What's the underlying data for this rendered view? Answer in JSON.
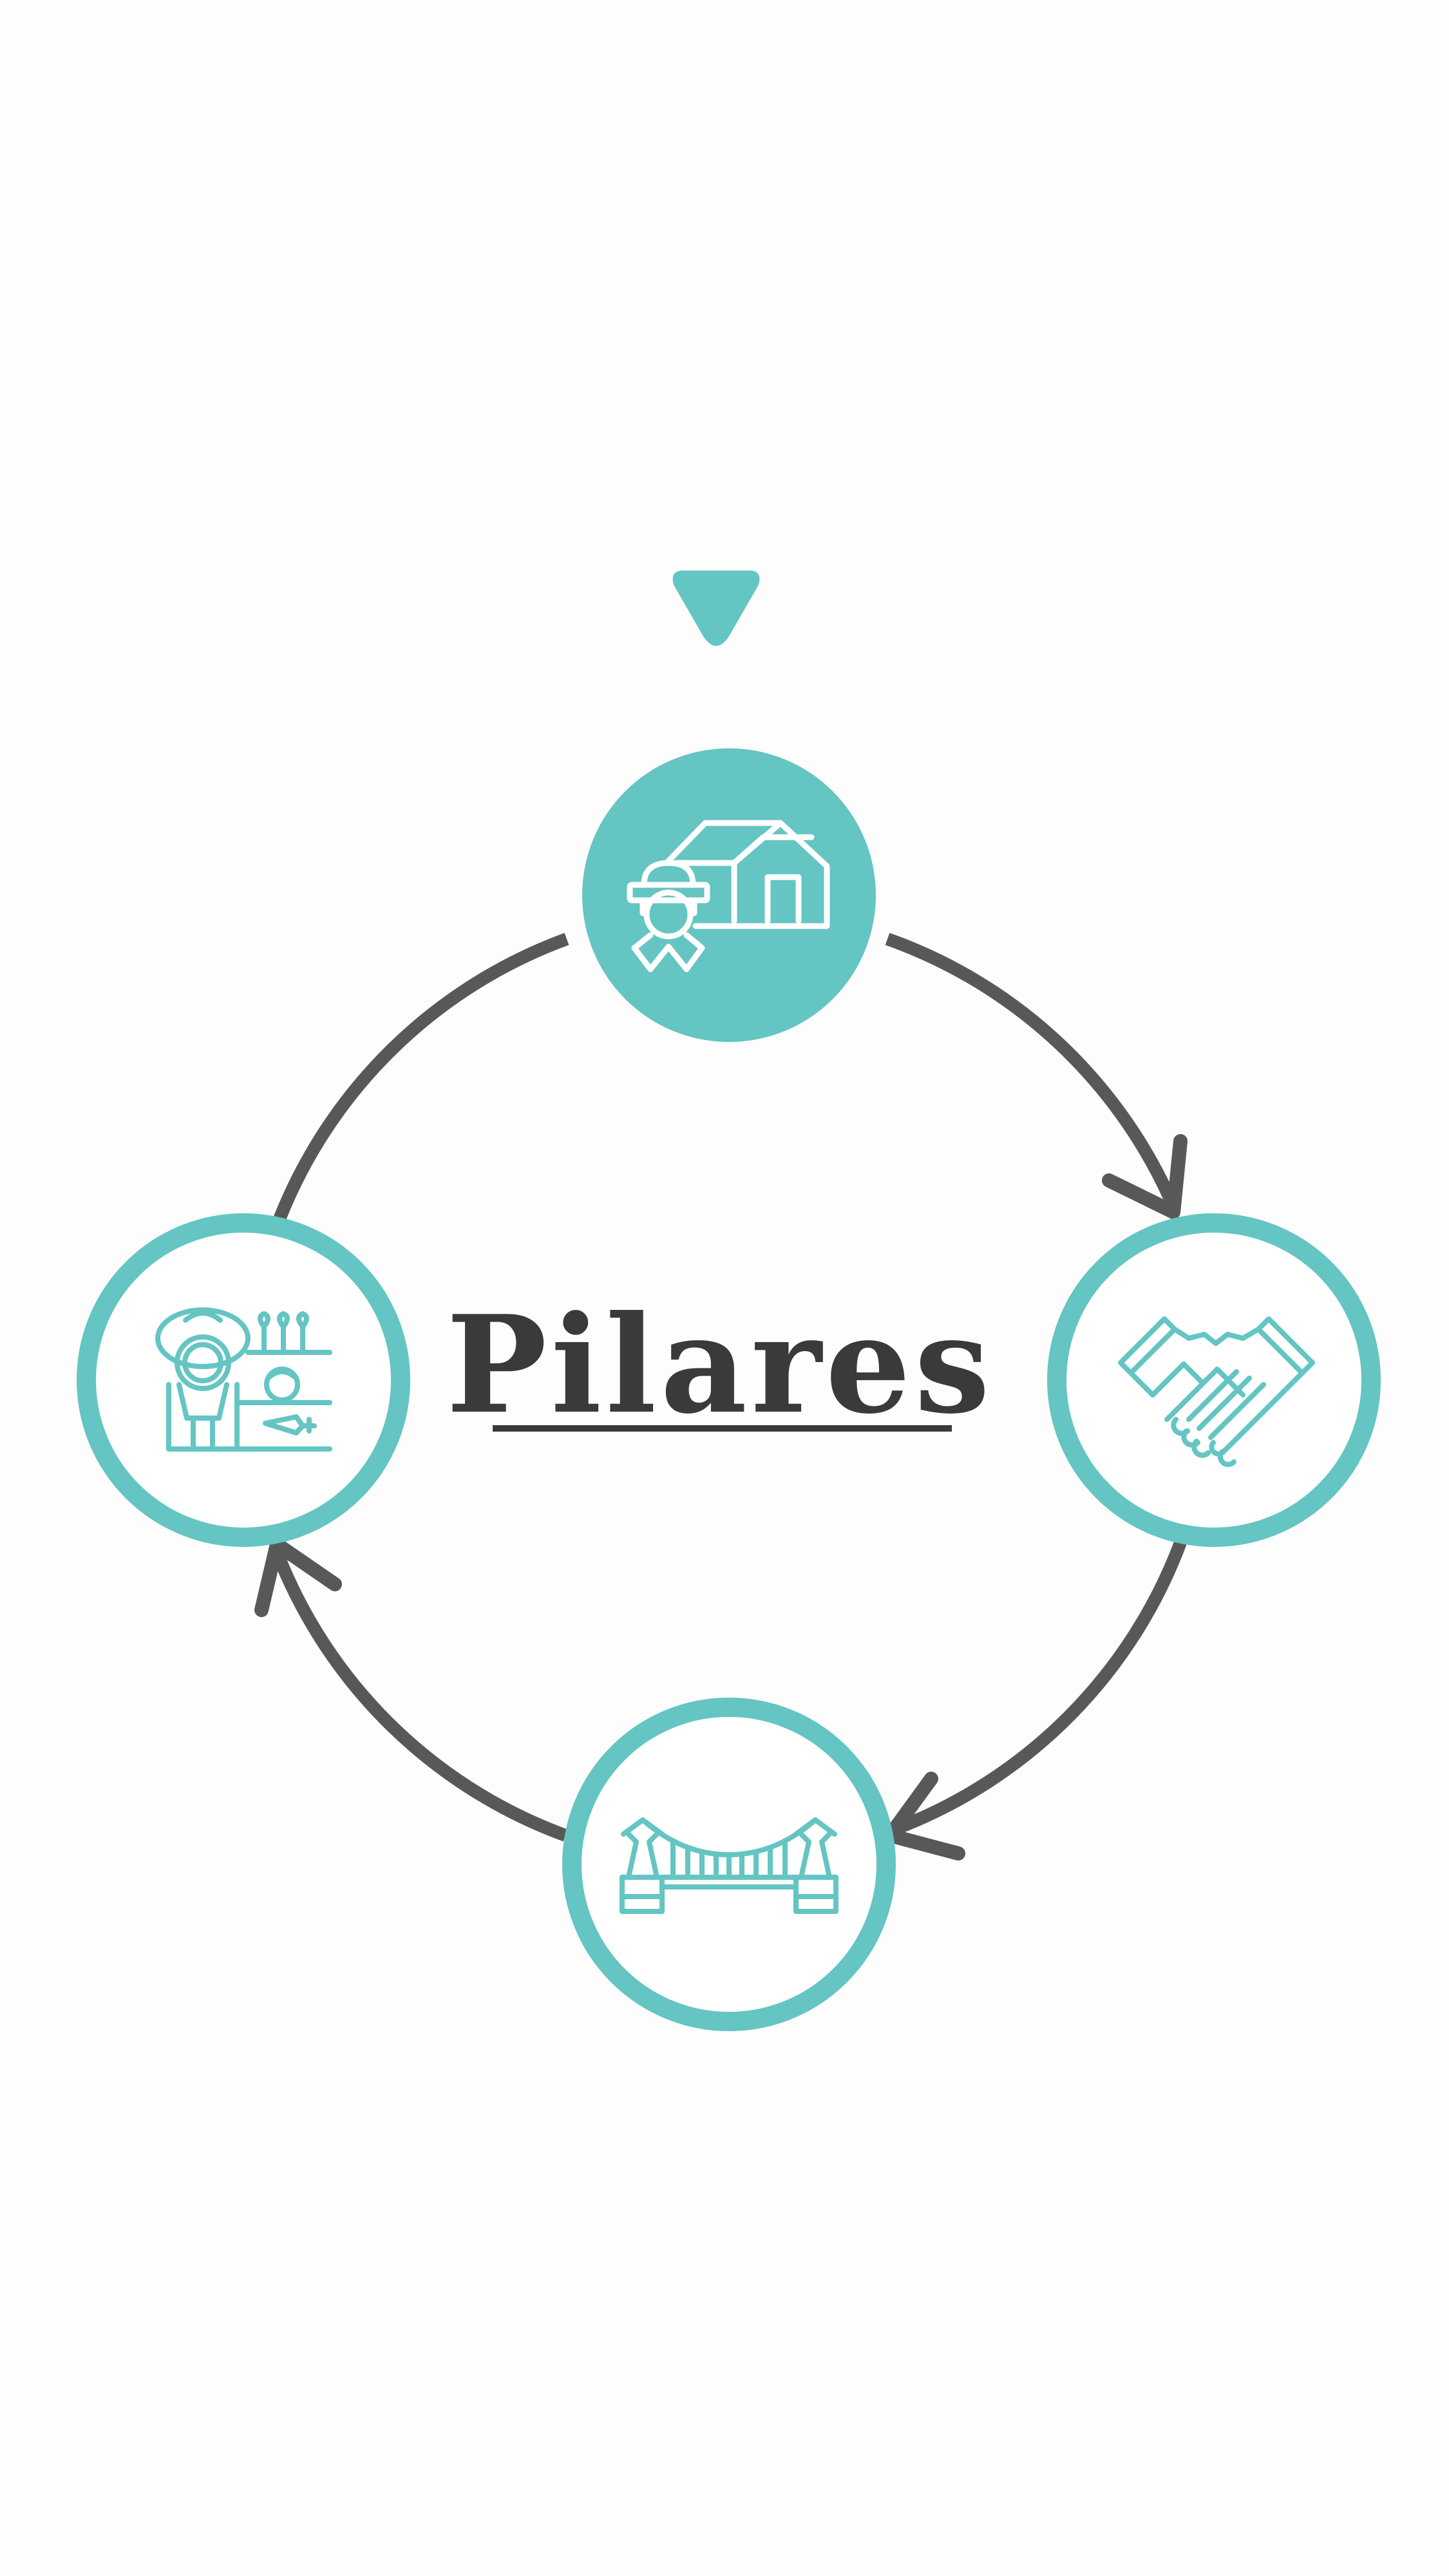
{
  "title": "Pilares",
  "colors": {
    "accent": "#64c5c3",
    "arrow": "#585858",
    "text": "#3a3a3a",
    "background": "#fdfdfd"
  },
  "nodes": [
    {
      "name": "house-worker-node",
      "icon": "house-worker-icon",
      "filled": true
    },
    {
      "name": "handshake-node",
      "icon": "handshake-icon",
      "filled": false
    },
    {
      "name": "bridge-node",
      "icon": "bridge-icon",
      "filled": false
    },
    {
      "name": "farmer-crops-node",
      "icon": "farmer-crops-icon",
      "filled": false
    }
  ]
}
